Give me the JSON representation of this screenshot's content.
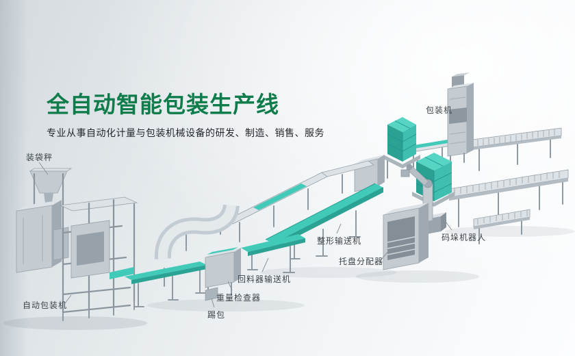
{
  "hero": {
    "title": "全自动智能包装生产线",
    "subtitle": "专业从事自动化计量与包装机械设备的研发、制造、销售、服务"
  },
  "labels": {
    "bagging_scale": "装袋秤",
    "packing_machine": "包装机",
    "shaping_conveyor": "整形输送机",
    "palletizing_robot": "码垛机器人",
    "pallet_dispenser": "托盘分配器",
    "return_feeder_conveyor": "回料器输送机",
    "weight_checker": "重量检查器",
    "bag_kicker": "踢包",
    "auto_packing_machine": "自动包装机"
  },
  "colors": {
    "title_green": "#0f7c4b",
    "subtitle_text": "#24282c",
    "label_text": "#3c4349",
    "belt_teal": "#41cab8",
    "belt_teal_shadow": "#2aa294",
    "bag_stack_teal_top": "#56d4c4",
    "bag_stack_teal_left": "#2ba193",
    "bag_stack_teal_right": "#3fbfb0",
    "machine_gray_light": "#dde2e6",
    "machine_gray": "#c4cbd1",
    "machine_gray_dark": "#9aa4ac"
  }
}
